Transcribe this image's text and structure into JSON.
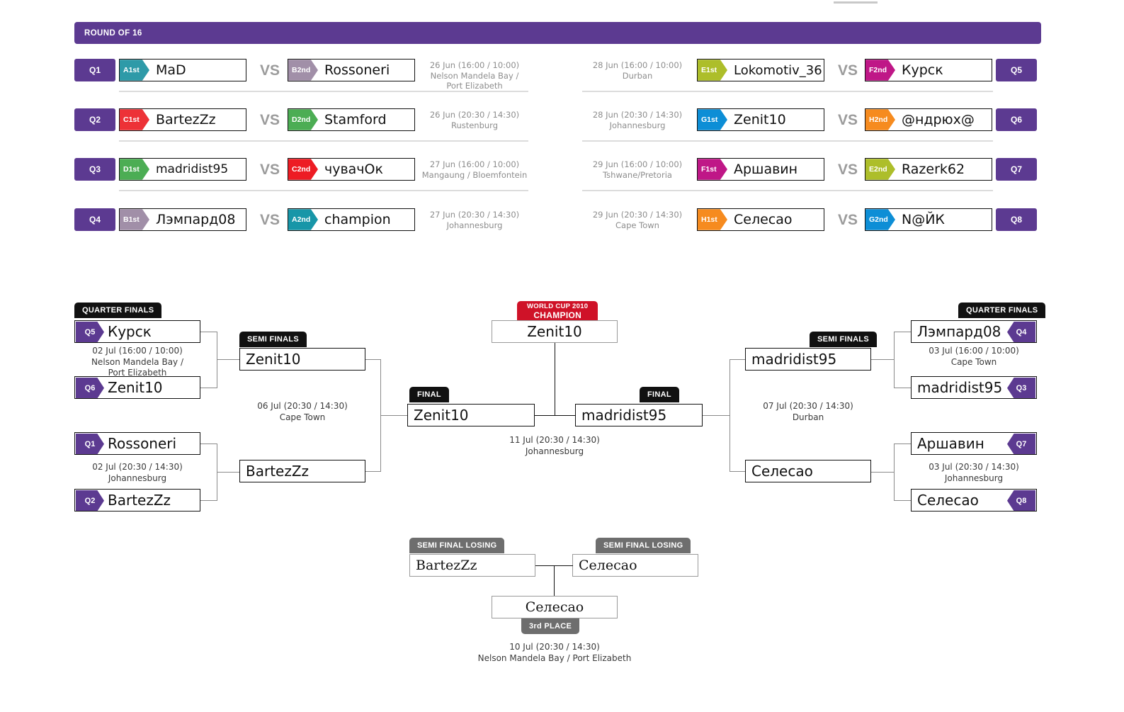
{
  "round_of_16": {
    "header_label": "ROUND OF 16",
    "left_matches": [
      {
        "slot": "Q1",
        "home": {
          "group": "A1st",
          "name": "MaD",
          "color": "#2e9aa8"
        },
        "away": {
          "group": "B2nd",
          "name": "Rossoneri",
          "color": "#a18fa8"
        },
        "vs": "VS",
        "date": "26 Jun  (16:00 / 10:00)",
        "venue": "Nelson Mandela Bay /\nPort Elizabeth"
      },
      {
        "slot": "Q2",
        "home": {
          "group": "C1st",
          "name": "BartezZz",
          "color": "#ed3237"
        },
        "away": {
          "group": "D2nd",
          "name": "Stamford",
          "color": "#4cad54"
        },
        "vs": "VS",
        "date": "26 Jun  (20:30 / 14:30)",
        "venue": "Rustenburg"
      },
      {
        "slot": "Q3",
        "home": {
          "group": "D1st",
          "name": "madridist95",
          "color": "#4cad54"
        },
        "away": {
          "group": "C2nd",
          "name": "чувачОк",
          "color": "#ed1c24"
        },
        "vs": "VS",
        "date": "27 Jun  (16:00 / 10:00)",
        "venue": "Mangaung / Bloemfontein"
      },
      {
        "slot": "Q4",
        "home": {
          "group": "B1st",
          "name": "Лэмпард08",
          "color": "#a18fa8"
        },
        "away": {
          "group": "A2nd",
          "name": "champion",
          "color": "#1896a8"
        },
        "vs": "VS",
        "date": "27 Jun  (20:30 / 14:30)",
        "venue": "Johannesburg"
      }
    ],
    "right_matches": [
      {
        "slot": "Q5",
        "home": {
          "group": "E1st",
          "name": "Lokomotiv_36",
          "color": "#adbe2a"
        },
        "away": {
          "group": "F2nd",
          "name": "Курск",
          "color": "#bf1787"
        },
        "vs": "VS",
        "date": "28 Jun (16:00 / 10:00)",
        "venue": "Durban"
      },
      {
        "slot": "Q6",
        "home": {
          "group": "G1st",
          "name": "Zenit10",
          "color": "#0d8ed6"
        },
        "away": {
          "group": "H2nd",
          "name": "@ндрюх@",
          "color": "#f68b1f"
        },
        "vs": "VS",
        "date": "28 Jun (20:30 / 14:30)",
        "venue": "Johannesburg"
      },
      {
        "slot": "Q7",
        "home": {
          "group": "F1st",
          "name": "Аршавин",
          "color": "#bf1787"
        },
        "away": {
          "group": "E2nd",
          "name": "Razerk62",
          "color": "#adbe2a"
        },
        "vs": "VS",
        "date": "29 Jun (16:00 / 10:00)",
        "venue": "Tshwane/Pretoria"
      },
      {
        "slot": "Q8",
        "home": {
          "group": "H1st",
          "name": "Селесао",
          "color": "#f68b1f"
        },
        "away": {
          "group": "G2nd",
          "name": "N@ЙК",
          "color": "#0d8ed6"
        },
        "vs": "VS",
        "date": "29 Jun (20:30 / 14:30)",
        "venue": "Cape Town"
      }
    ]
  },
  "bracket": {
    "tags": {
      "quarter_finals": "QUARTER FINALS",
      "semi_finals": "SEMI FINALS",
      "final": "FINAL",
      "champion_line1": "WORLD CUP 2010",
      "champion_line2": "CHAMPION",
      "semi_final_losing": "SEMI FINAL LOSING",
      "third_place": "3rd PLACE"
    },
    "left": {
      "qf_top": {
        "team1": {
          "slot": "Q5",
          "name": "Курск"
        },
        "team2": {
          "slot": "Q6",
          "name": "Zenit10"
        },
        "date": "02 Jul (16:00 / 10:00)",
        "venue": "Nelson Mandela Bay /\nPort Elizabeth"
      },
      "qf_bottom": {
        "team1": {
          "slot": "Q1",
          "name": "Rossoneri"
        },
        "team2": {
          "slot": "Q2",
          "name": "BartezZz"
        },
        "date": "02 Jul (20:30 / 14:30)",
        "venue": "Johannesburg"
      },
      "sf": {
        "team1": "Zenit10",
        "team2": "BartezZz",
        "date": "06 Jul (20:30 / 14:30)",
        "venue": "Cape Town"
      },
      "final_team": "Zenit10"
    },
    "right": {
      "qf_top": {
        "team1": {
          "slot": "Q4",
          "name": "Лэмпард08"
        },
        "team2": {
          "slot": "Q3",
          "name": "madridist95"
        },
        "date": "03 Jul (16:00 / 10:00)",
        "venue": "Cape Town"
      },
      "qf_bottom": {
        "team1": {
          "slot": "Q7",
          "name": "Аршавин"
        },
        "team2": {
          "slot": "Q8",
          "name": "Селесао"
        },
        "date": "03 Jul (20:30 / 14:30)",
        "venue": "Johannesburg"
      },
      "sf": {
        "team1": "madridist95",
        "team2": "Селесао",
        "date": "07 Jul (20:30 / 14:30)",
        "venue": "Durban"
      },
      "final_team": "madridist95"
    },
    "final": {
      "date": "11 Jul (20:30 / 14:30)",
      "venue": "Johannesburg"
    },
    "champion": {
      "name": "Zenit10"
    },
    "third_place": {
      "left_team": "BartezZz",
      "right_team": "Селесао",
      "winner": "Селесао",
      "date": "10 Jul (20:30 / 14:30)",
      "venue": "Nelson Mandela Bay / Port Elizabeth"
    }
  }
}
